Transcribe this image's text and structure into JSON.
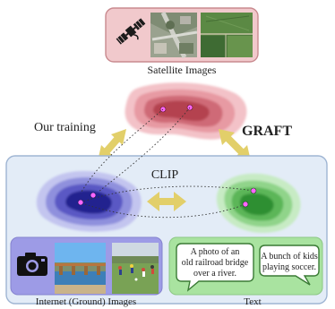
{
  "satellite": {
    "caption": "Satellite Images",
    "icon": "satellite-icon"
  },
  "arrows": {
    "our_training": "Our training",
    "graft": "GRAFT",
    "clip": "CLIP"
  },
  "ground": {
    "caption": "Internet (Ground) Images",
    "icon": "camera-icon"
  },
  "text_panel": {
    "caption": "Text",
    "bubbles": [
      {
        "lines": [
          "A photo of an",
          "old railroad bridge",
          "over a river."
        ]
      },
      {
        "lines": [
          "A bunch of kids",
          "playing soccer."
        ]
      }
    ]
  },
  "colors": {
    "satellite_panel": "#f1c9cc",
    "satellite_border": "#c98a8f",
    "clip_panel": "#e3ecf7",
    "clip_border": "#9fb5d3",
    "ground_panel": "#9d9be6",
    "text_panel": "#a9e3a0",
    "arrow": "#e2cf6a",
    "red_blob": "#b4434f",
    "blue_blob": "#24238f",
    "green_blob": "#2f8f33",
    "point": "#ff66ff"
  }
}
